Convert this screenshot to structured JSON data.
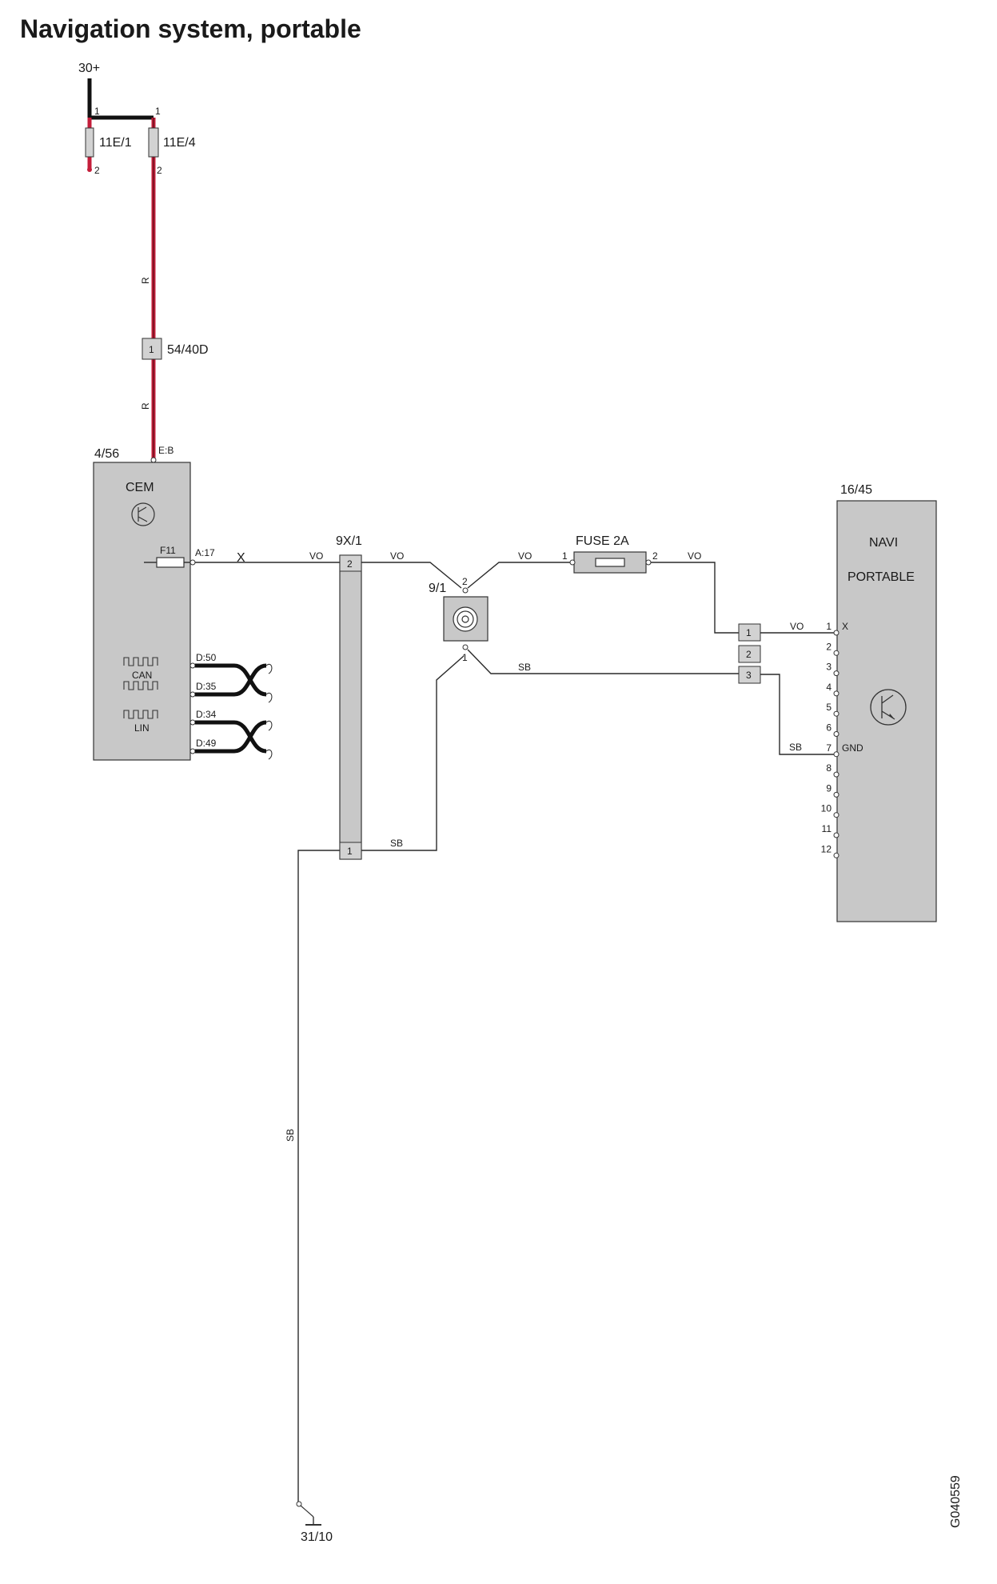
{
  "title": "Navigation system, portable",
  "drawing_id": "G040559",
  "supply": {
    "terminal": "30+",
    "fuse_a": {
      "label": "11E/1",
      "pin_top": "1",
      "pin_bottom": "2"
    },
    "fuse_b": {
      "label": "11E/4",
      "pin_top": "1",
      "pin_bottom": "2"
    },
    "wire_color_1": "R",
    "wire_color_2": "R",
    "connector": {
      "label": "54/40D",
      "pin": "1"
    }
  },
  "cem": {
    "ref": "4/56",
    "name": "CEM",
    "pin_power": "E:B",
    "fuse": "F11",
    "pin_out": "A:17",
    "wire_out": "X",
    "can_label": "CAN",
    "lin_label": "LIN",
    "bus_pins": [
      "D:50",
      "D:35",
      "D:34",
      "D:49"
    ]
  },
  "connector_9x1": {
    "ref": "9X/1",
    "pin_top": "2",
    "pin_bottom": "1",
    "wire_in_top": "VO",
    "wire_out_top": "VO",
    "wire_out_bottom": "SB"
  },
  "socket_91": {
    "ref": "9/1",
    "pin_top": "2",
    "pin_bottom": "1"
  },
  "fuse_2a": {
    "label": "FUSE 2A",
    "pin_in": "1",
    "pin_out": "2",
    "wire_in": "VO",
    "wire_out": "VO"
  },
  "connector_mid": {
    "pins": [
      "1",
      "2",
      "3"
    ],
    "wire_1": "VO",
    "wire_3": "SB",
    "wire_gnd": "SB",
    "wire_socket_gnd": "SB"
  },
  "navi": {
    "ref": "16/45",
    "name_line1": "NAVI",
    "name_line2": "PORTABLE",
    "pins": [
      "1",
      "2",
      "3",
      "4",
      "5",
      "6",
      "7",
      "8",
      "9",
      "10",
      "11",
      "12"
    ],
    "pin1_label": "X",
    "pin7_label": "GND"
  },
  "ground": {
    "label": "31/10",
    "wire": "SB"
  },
  "colors": {
    "red_wire": "#c41e3a",
    "box_fill": "#c8c8c8"
  }
}
